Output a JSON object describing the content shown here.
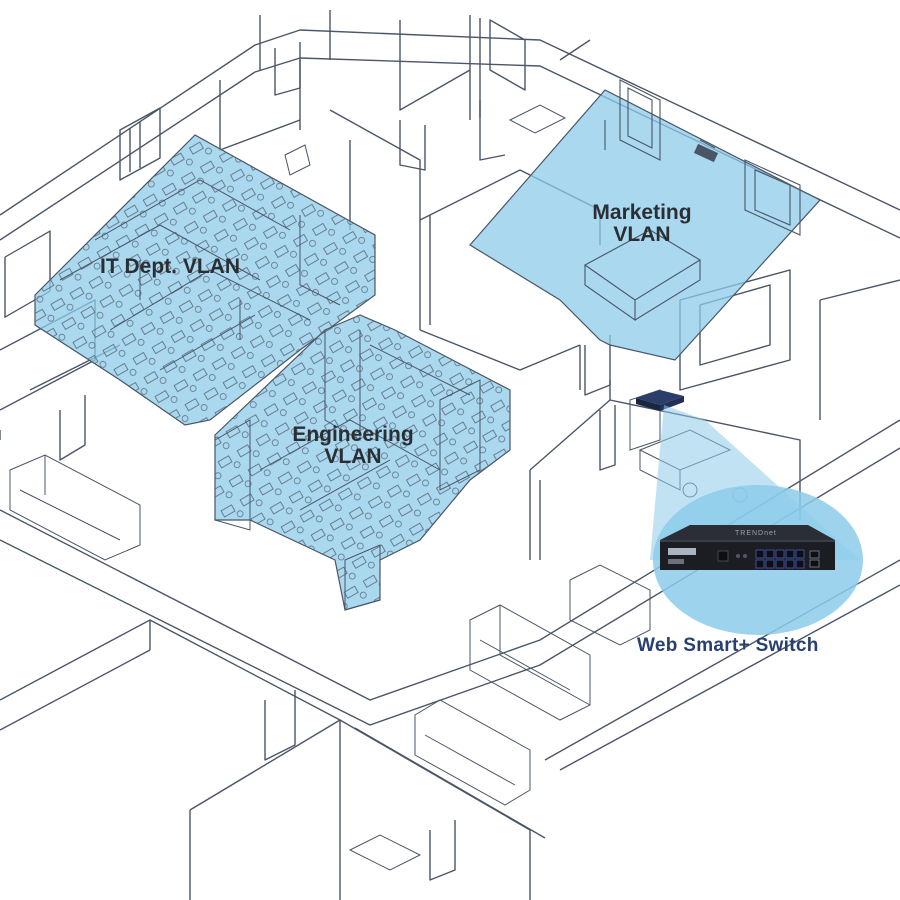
{
  "zones": {
    "it_dept": {
      "label": "IT Dept. VLAN"
    },
    "marketing": {
      "line1": "Marketing",
      "line2": "VLAN"
    },
    "engineering": {
      "line1": "Engineering",
      "line2": "VLAN"
    }
  },
  "switch": {
    "label": "Web Smart+ Switch",
    "brand": "TRENDnet"
  },
  "colors": {
    "vlan_fill": "#8ccbea",
    "line": "#4a5566",
    "switch_label": "#27406f",
    "switch_body": "#1b1d22",
    "port_accent": "#3d4fa0"
  }
}
